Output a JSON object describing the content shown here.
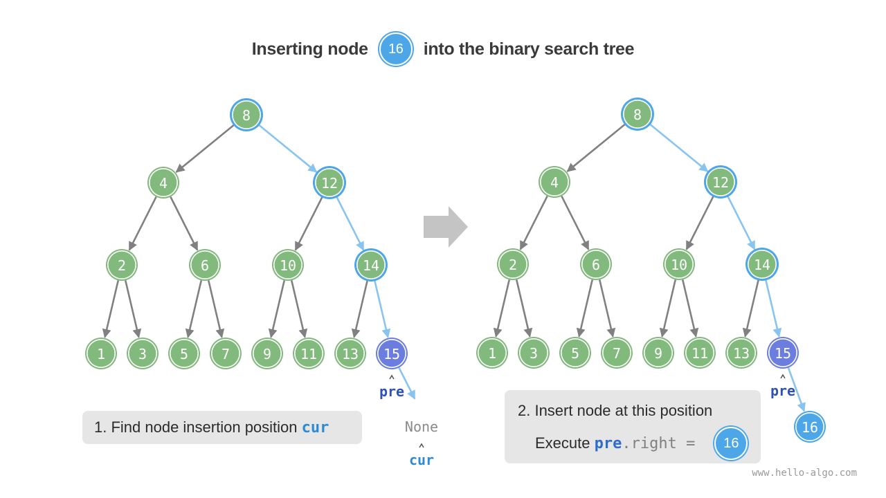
{
  "title": {
    "prefix": "Inserting node",
    "node_value": "16",
    "suffix": "into the binary search tree"
  },
  "tree": {
    "nodes": [
      {
        "value": "8",
        "state": "path"
      },
      {
        "value": "4",
        "state": "normal"
      },
      {
        "value": "12",
        "state": "path"
      },
      {
        "value": "2",
        "state": "normal"
      },
      {
        "value": "6",
        "state": "normal"
      },
      {
        "value": "10",
        "state": "normal"
      },
      {
        "value": "14",
        "state": "path"
      },
      {
        "value": "1",
        "state": "normal"
      },
      {
        "value": "3",
        "state": "normal"
      },
      {
        "value": "5",
        "state": "normal"
      },
      {
        "value": "7",
        "state": "normal"
      },
      {
        "value": "9",
        "state": "normal"
      },
      {
        "value": "11",
        "state": "normal"
      },
      {
        "value": "13",
        "state": "normal"
      },
      {
        "value": "15",
        "state": "pre"
      }
    ]
  },
  "left_panel": {
    "pointer_pre": "pre",
    "none_label": "None",
    "pointer_cur": "cur",
    "caption_text": "1. Find node insertion position",
    "caption_code": "cur"
  },
  "right_panel": {
    "pointer_pre": "pre",
    "inserted_value": "16",
    "caption_line1": "2. Insert node at this position",
    "caption_execute": "Execute",
    "caption_code_obj": "pre",
    "caption_code_attr": ".right =",
    "caption_node_value": "16"
  },
  "watermark": "www.hello-algo.com",
  "colors": {
    "node_green": "#82b97d",
    "node_pre": "#6b7ee0",
    "node_new": "#4da6e8",
    "path_ring": "#4da6e8",
    "edge_gray": "#808080",
    "edge_path": "#88c4ef",
    "arrow_gray": "#c4c4c4",
    "pre_text": "#2f50b8",
    "cur_text": "#2d8ad4"
  }
}
